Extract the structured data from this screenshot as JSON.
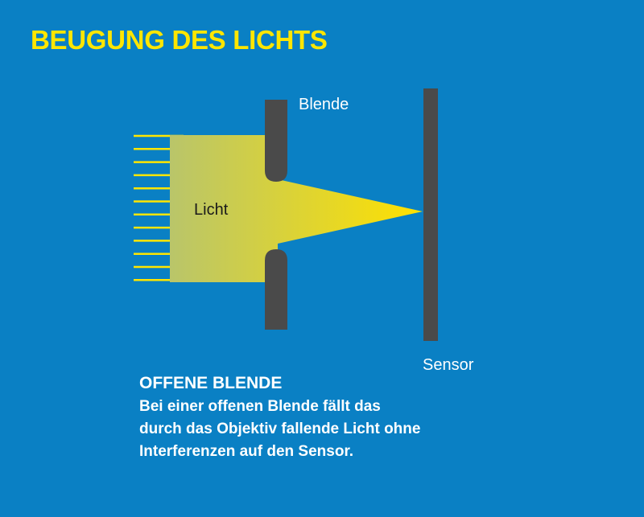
{
  "title": "BEUGUNG DES LICHTS",
  "labels": {
    "aperture": "Blende",
    "light": "Licht",
    "sensor": "Sensor"
  },
  "caption": {
    "heading": "OFFENE BLENDE",
    "lines": [
      "Bei einer offenen Blende fällt das",
      "durch das Objektiv fallende Licht ohne",
      "Interferenzen auf den Sensor."
    ]
  },
  "colors": {
    "background": "#0a80c4",
    "title": "#ffe600",
    "text": "#ffffff",
    "label_dark": "#1a1a1a",
    "aperture_blade": "#4a4a4a",
    "sensor": "#4a4a4a",
    "light_rays": "#ffe600",
    "beam_start": "#b9c56a",
    "beam_end": "#ffe100"
  }
}
